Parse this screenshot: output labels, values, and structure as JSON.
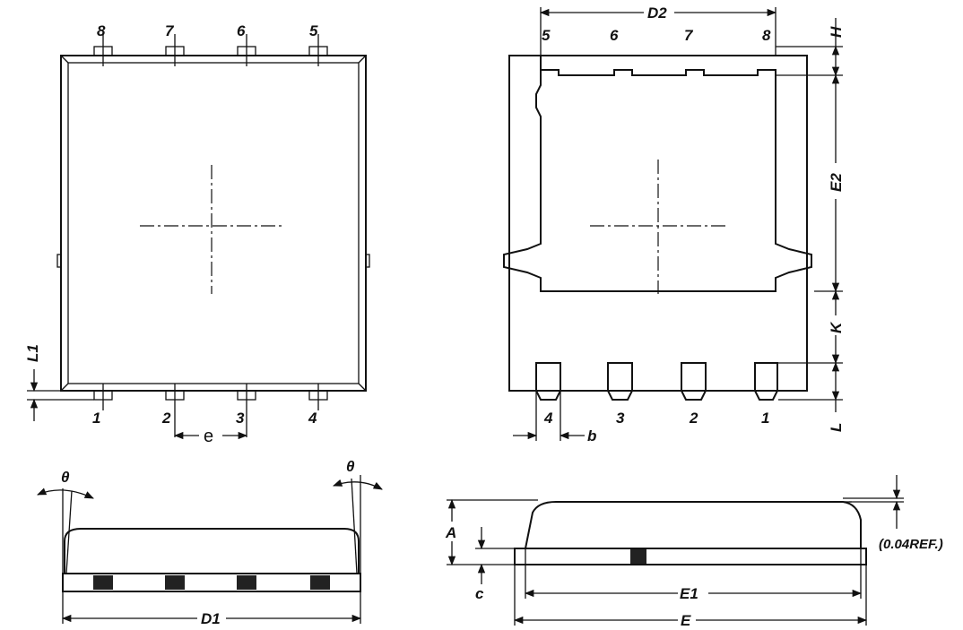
{
  "top_view": {
    "pins_top": [
      "8",
      "7",
      "6",
      "5"
    ],
    "pins_bottom": [
      "1",
      "2",
      "3",
      "4"
    ],
    "dims": {
      "L1": "L1",
      "e": "e"
    }
  },
  "bottom_view": {
    "pins_top": [
      "5",
      "6",
      "7",
      "8"
    ],
    "pins_bottom": [
      "4",
      "3",
      "2",
      "1"
    ],
    "dims": {
      "D2": "D2",
      "H": "H",
      "E2": "E2",
      "K": "K",
      "L": "L",
      "b": "b"
    }
  },
  "side_view_left": {
    "dims": {
      "theta_left": "θ",
      "theta_right": "θ",
      "D1": "D1"
    }
  },
  "side_view_right": {
    "dims": {
      "A": "A",
      "c": "c",
      "E1": "E1",
      "E": "E",
      "ref_note": "(0.04REF.)"
    }
  }
}
